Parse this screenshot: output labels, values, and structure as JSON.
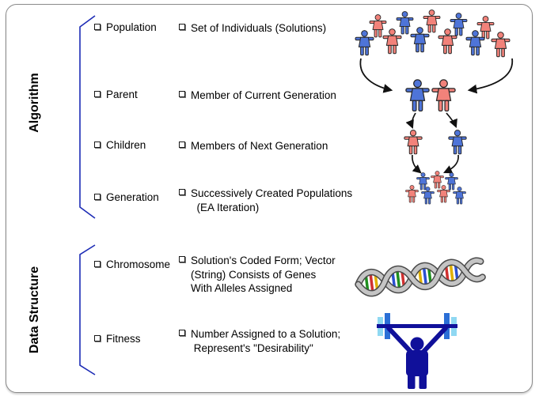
{
  "sections": [
    {
      "label": "Algorithm",
      "rows": [
        {
          "term": "Population",
          "definition": "Set of Individuals (Solutions)"
        },
        {
          "term": "Parent",
          "definition": "Member of Current Generation"
        },
        {
          "term": "Children",
          "definition": "Members of Next Generation"
        },
        {
          "term": "Generation",
          "definition": "Successively Created Populations\n  (EA Iteration)"
        }
      ]
    },
    {
      "label": "Data Structure",
      "rows": [
        {
          "term": "Chromosome",
          "definition": "Solution's Coded Form; Vector\n(String) Consists of Genes\nWith Alleles Assigned"
        },
        {
          "term": "Fitness",
          "definition": "Number Assigned to a Solution;\n Represent's \"Desirability\""
        }
      ]
    }
  ],
  "icons": {
    "population": "crowd-of-red-and-blue-figures",
    "parent": "two-adult-figures",
    "children": "two-child-figures",
    "generation": "group-of-small-figures",
    "chromosome": "dna-double-helix",
    "fitness": "weightlifter-with-barbell",
    "bullet": "open-square-bullet"
  },
  "colors": {
    "frame_border": "#8a8a8a",
    "brace_blue": "#1c2bb5",
    "figure_red": "#F2827A",
    "figure_blue": "#4E74D8",
    "arrow_black": "#111111",
    "dna_gray": "#c4c4c4",
    "dna_outline": "#4a4a4a",
    "rung_green": "#1f8f1f",
    "rung_red": "#d03030",
    "rung_yellow": "#e0b000",
    "rung_blue": "#2a50d0",
    "lifter_navy": "#10109A",
    "plate_light": "#8FD8F2",
    "plate_mid": "#2B6FD6"
  }
}
